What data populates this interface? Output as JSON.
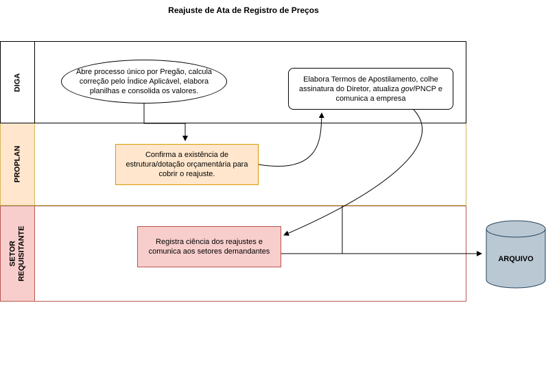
{
  "title": "Reajuste de Ata de Registro de Preços",
  "lanes": {
    "diga": "DIGA",
    "proplan": "PROPLAN",
    "setor": "SETOR REQUISITANTE"
  },
  "nodes": {
    "abre_processo": "Abre processo único por Pregão, calcula correção pelo Índice Aplicável, elabora planilhas e consolida os valores.",
    "confirma": "Confirma a existência de estrutura/dotação orçamentária para cobrir o reajuste.",
    "elabora_termos_part1": "Elabora Termos de Apostilamento, colhe assinatura do Diretor, atualiza ",
    "elabora_termos_italic": "gov",
    "elabora_termos_part2": "/PNCP e comunica a empresa",
    "registra": "Registra ciência dos reajustes e comunica aos setores demandantes",
    "arquivo": "ARQUIVO"
  },
  "colors": {
    "proplan_fill": "#ffe6cc",
    "proplan_stroke": "#d6b656",
    "setor_fill": "#f8cecc",
    "setor_stroke": "#b85450",
    "database_fill": "#bac8d3",
    "database_stroke": "#23445d"
  }
}
